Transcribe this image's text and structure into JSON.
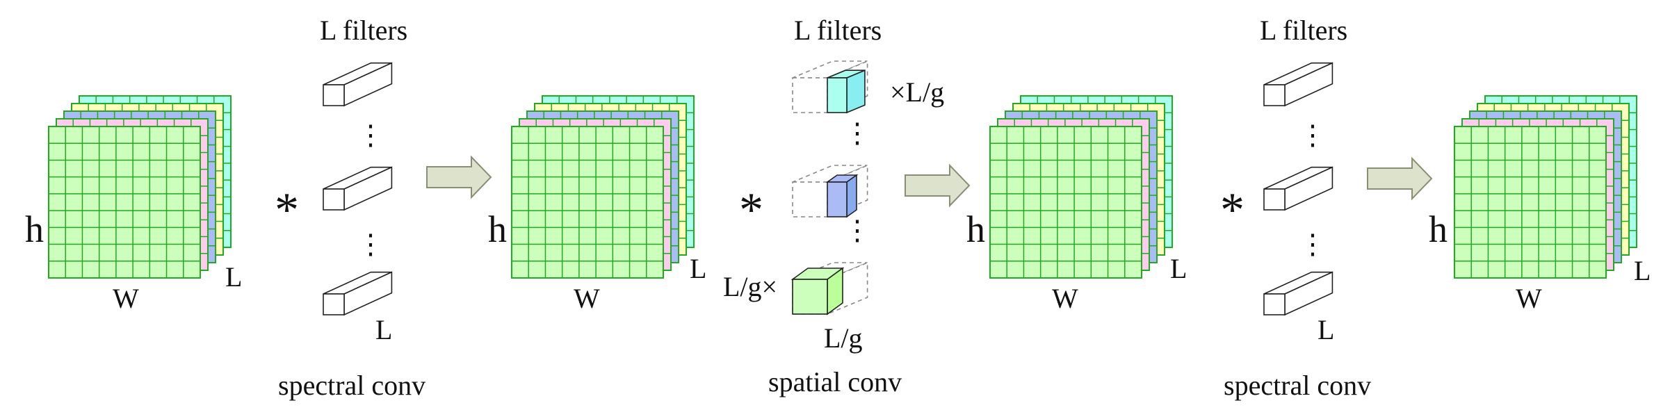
{
  "colors": {
    "green": "#ccffbb",
    "pink": "#ffccee",
    "blue": "#aabbf5",
    "yellow": "#ffffbb",
    "cyan": "#aaffee",
    "cyan_face": "#88eef0",
    "blue_face": "#88aaee",
    "green_face": "#bbff99",
    "grid_line": "#22aa22",
    "arrow_fill": "#dde2cc",
    "arrow_stroke": "#8a8f74"
  },
  "stacks": [
    {
      "h_label": "h",
      "w_label": "W",
      "l_label": "L"
    },
    {
      "h_label": "h",
      "w_label": "W",
      "l_label": "L"
    },
    {
      "h_label": "h",
      "w_label": "W",
      "l_label": "L"
    },
    {
      "h_label": "h",
      "w_label": "W",
      "l_label": "L"
    }
  ],
  "operators": [
    {
      "symbol": "*"
    },
    {
      "symbol": "*"
    },
    {
      "symbol": "*"
    }
  ],
  "filter_groups": [
    {
      "title": "L filters",
      "depth_label": "L",
      "caption": "spectral conv"
    },
    {
      "title": "L filters",
      "top_multiplier": "×L/g",
      "left_multiplier": "L/g×",
      "depth_label": "L/g",
      "caption": "spatial conv"
    },
    {
      "title": "L filters",
      "depth_label": "L",
      "caption": "spectral conv"
    }
  ],
  "ellipsis": "⋮",
  "icons": {
    "arrow": "right-arrow-icon",
    "filter": "cuboid-filter-icon"
  }
}
